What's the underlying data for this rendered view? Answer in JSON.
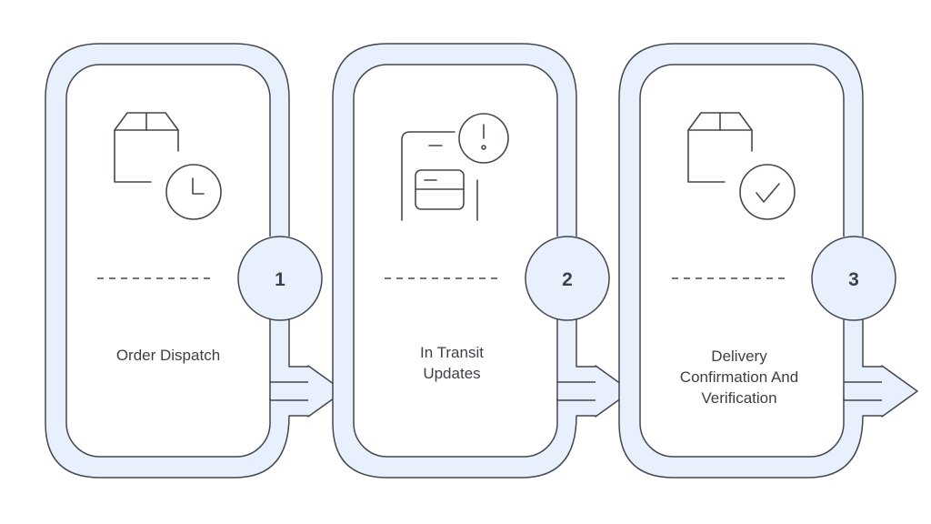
{
  "steps": [
    {
      "number": "1",
      "label": "Order Dispatch",
      "icon": "package-clock-icon"
    },
    {
      "number": "2",
      "label": "In Transit\nUpdates",
      "icon": "tracking-alert-icon"
    },
    {
      "number": "3",
      "label": "Delivery\nConfirmation And\nVerification",
      "icon": "package-check-icon"
    }
  ],
  "colors": {
    "frame_fill": "#e8f0fd",
    "stroke": "#43474d",
    "text": "#3d4046"
  }
}
